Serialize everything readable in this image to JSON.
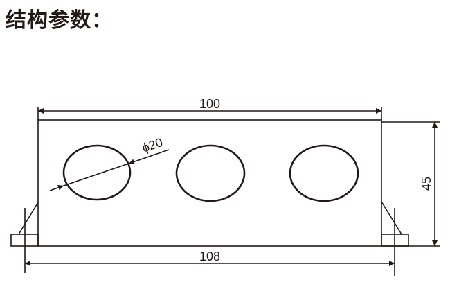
{
  "title": "结构参数：",
  "drawing": {
    "dimensions": {
      "top_width": "100",
      "bottom_width": "108",
      "height": "45",
      "hole_diameter": "ϕ20"
    },
    "holes": 3,
    "stroke_color": "#231815"
  }
}
